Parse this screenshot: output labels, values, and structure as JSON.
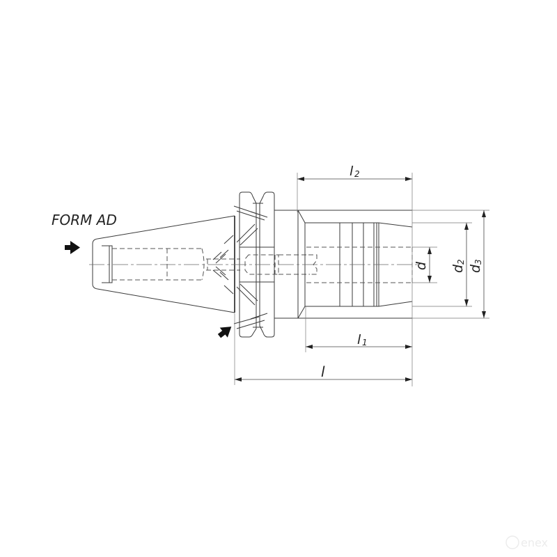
{
  "drawing": {
    "type": "technical-drawing",
    "subject": "tool holder with taper shank",
    "form_label": "FORM AD",
    "dimensions": {
      "l": "l",
      "l1": "l",
      "l1_sub": "1",
      "l2": "l",
      "l2_sub": "2",
      "d": "d",
      "d2": "d",
      "d2_sub": "2",
      "d3": "d",
      "d3_sub": "3"
    },
    "arrows": [
      "coolant-inlet-axial",
      "coolant-inlet-flange"
    ]
  },
  "watermark": {
    "text": "enex"
  },
  "colors": {
    "line": "#3a3a3a",
    "background": "#ffffff",
    "watermark": "#ececec"
  }
}
